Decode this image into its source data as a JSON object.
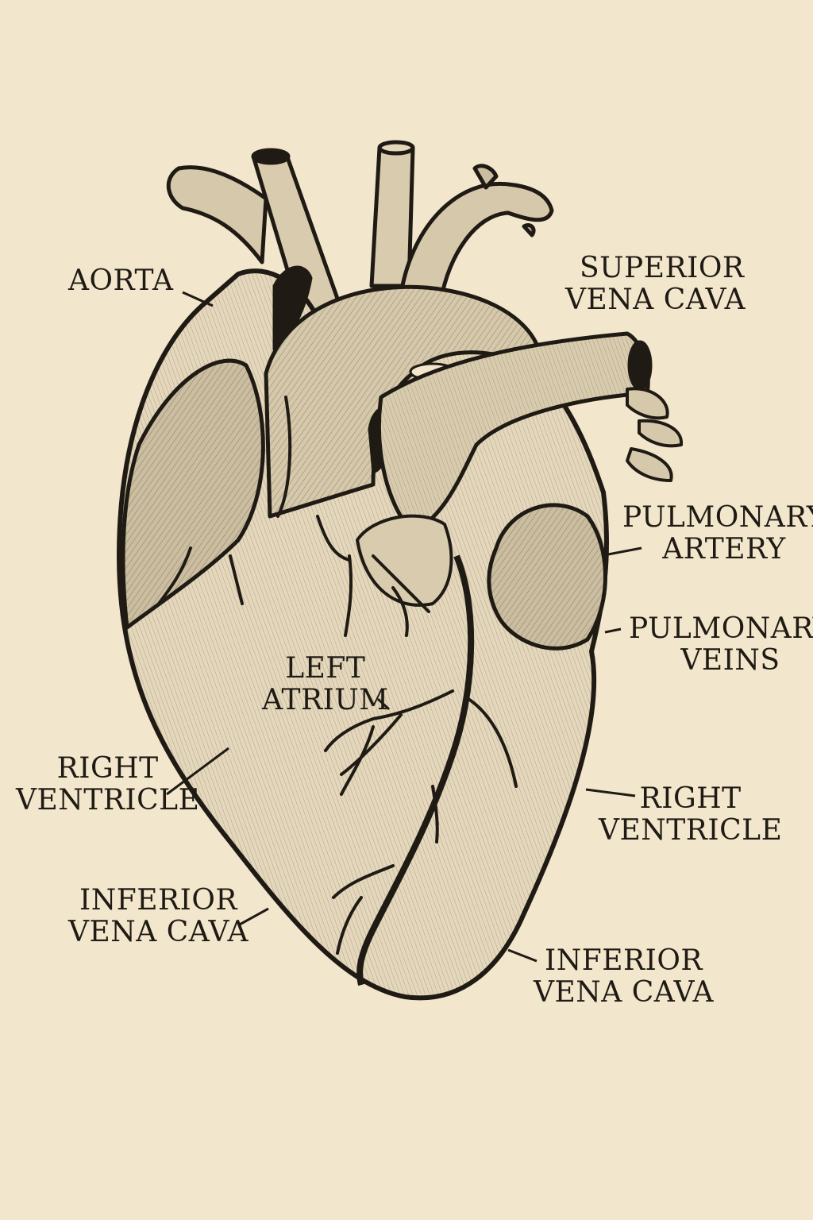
{
  "colors": {
    "background": "#f2e6cc",
    "ink": "#1f1b14",
    "fill_light": "#e4d7bb",
    "fill_mid": "#cbbd9f",
    "fill_dark": "#a89a7e"
  },
  "labels": {
    "aorta": "AORTA",
    "superior_vena_cava": {
      "line1": "SUPERIOR",
      "line2": "VENA CAVA"
    },
    "pulmonary_artery": {
      "line1": "PULMONARY",
      "line2": "ARTERY"
    },
    "pulmonary_veins": {
      "line1": "PULMONARY",
      "line2": "VEINS"
    },
    "left_atrium": {
      "line1": "LEFT",
      "line2": "ATRIUM"
    },
    "right_ventricle_left": {
      "line1": "RIGHT",
      "line2": "VENTRICLE"
    },
    "right_ventricle_right": {
      "line1": "RIGHT",
      "line2": "VENTRICLE"
    },
    "inferior_vena_cava_left": {
      "line1": "INFERIOR",
      "line2": "VENA CAVA"
    },
    "inferior_vena_cava_right": {
      "line1": "INFERIOR",
      "line2": "VENA CAVA"
    }
  }
}
